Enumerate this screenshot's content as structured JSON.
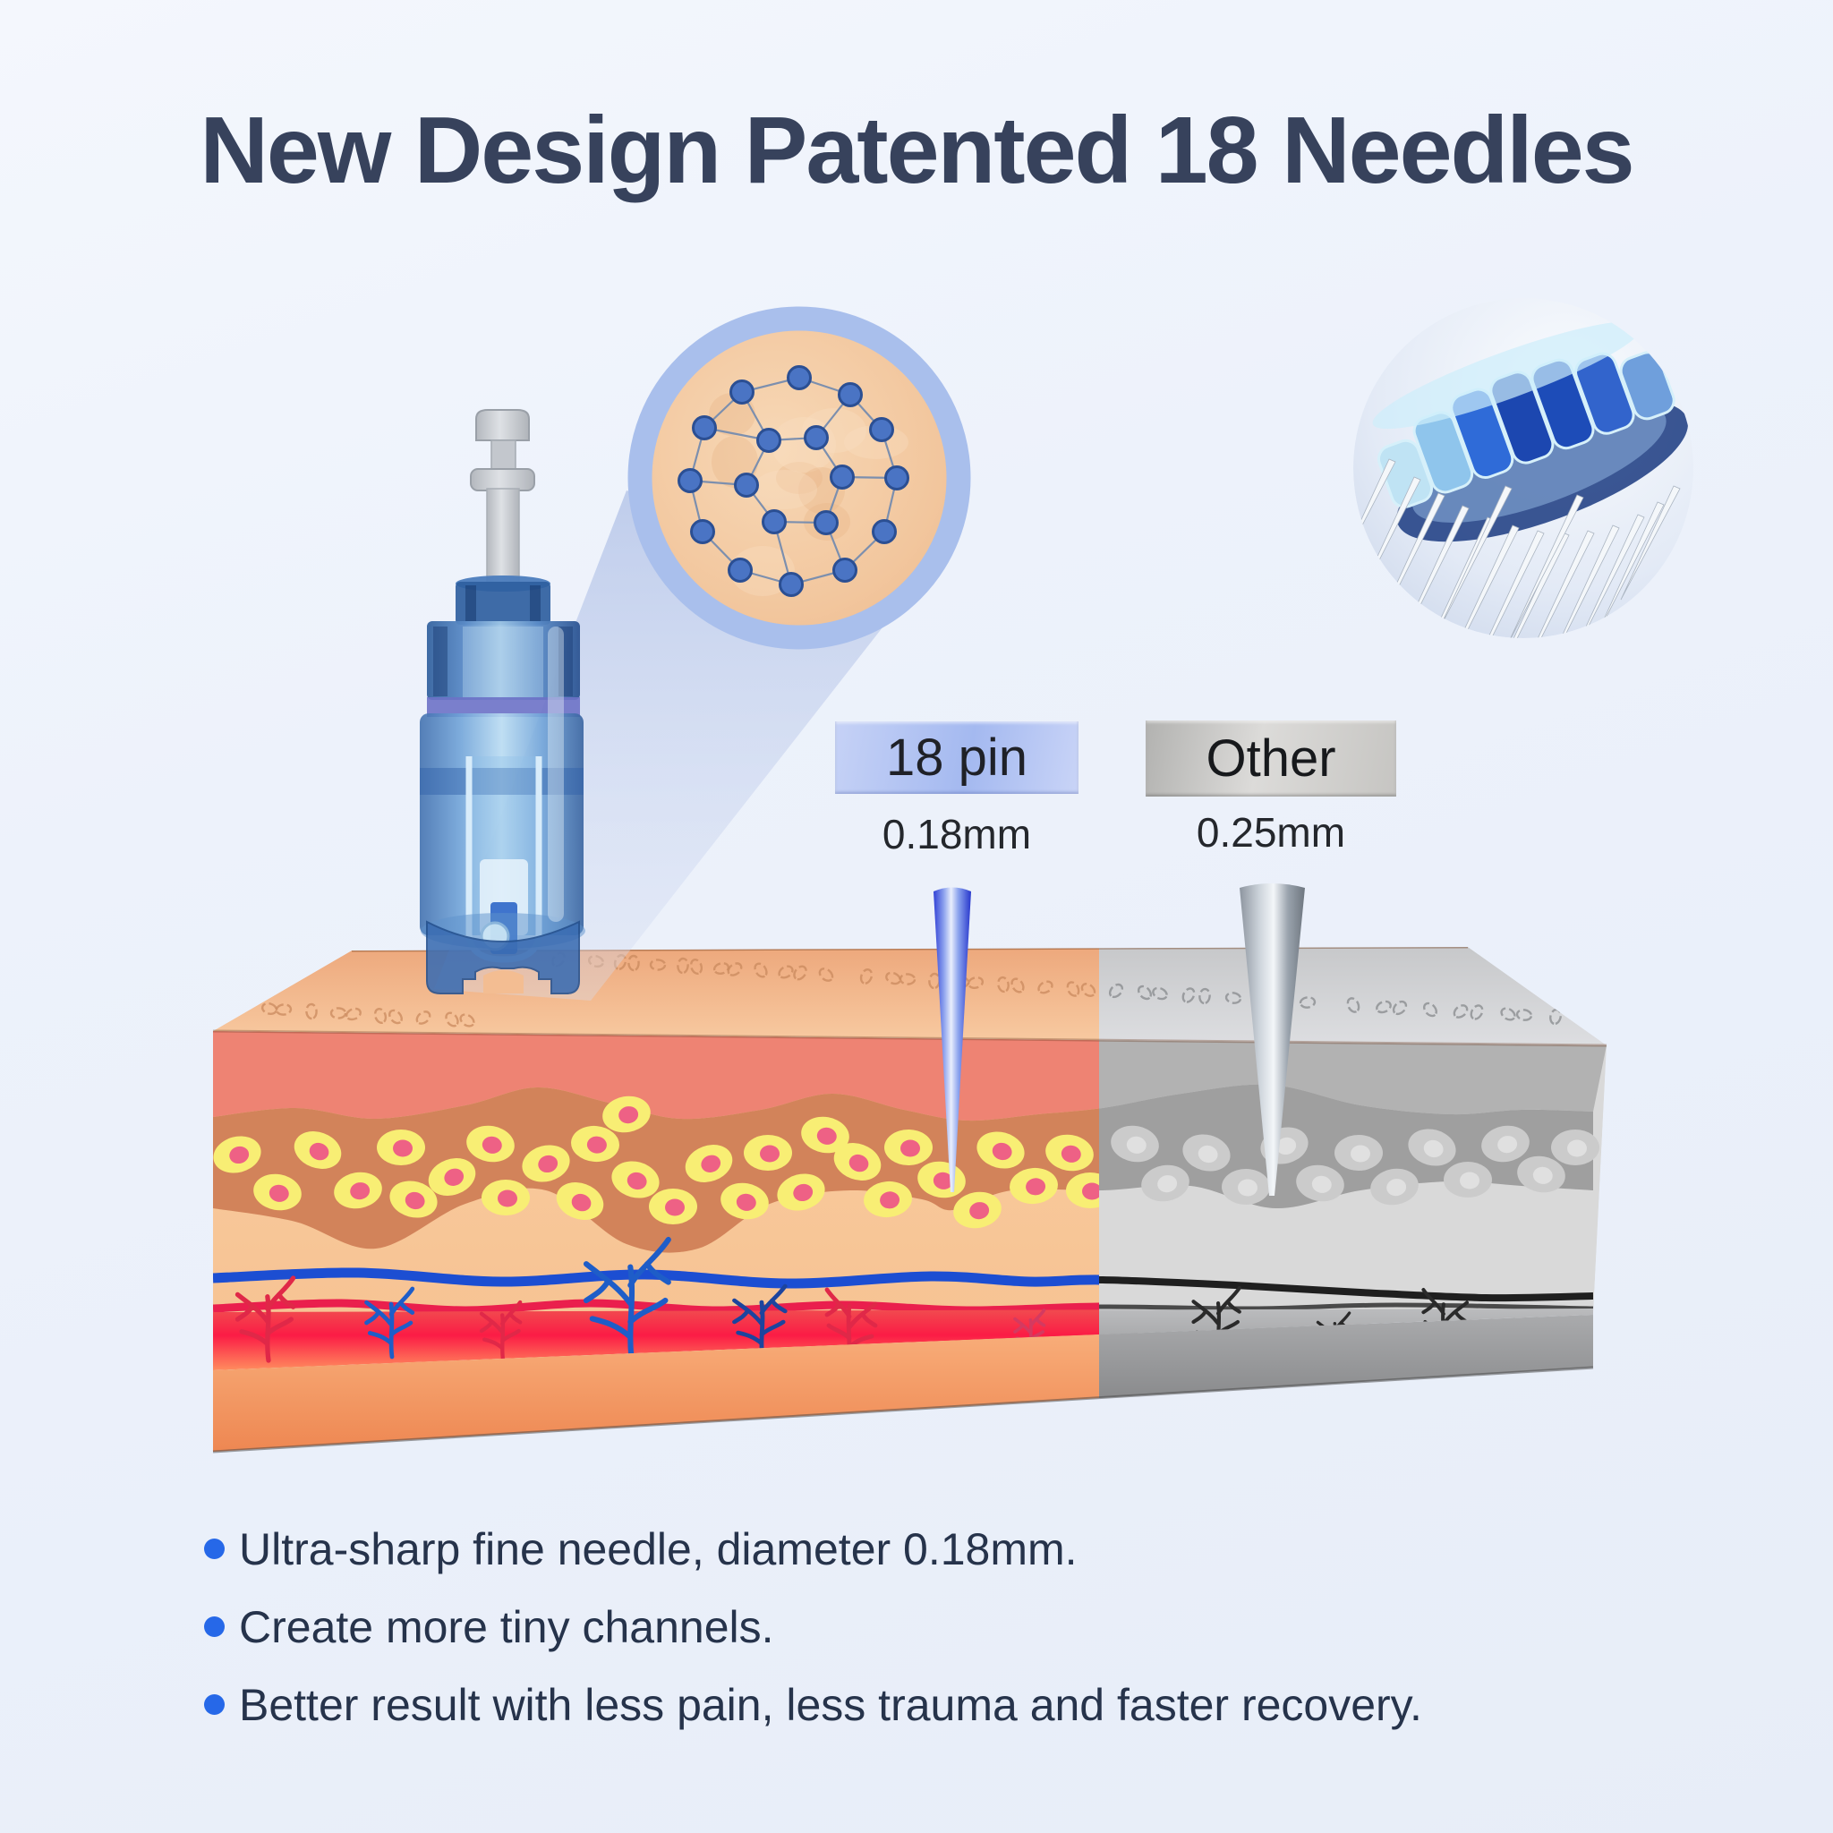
{
  "title": "New Design Patented 18 Needles",
  "comparison": {
    "pin18": {
      "label": "18 pin",
      "size": "0.18mm"
    },
    "other": {
      "label": "Other",
      "size": "0.25mm"
    }
  },
  "bullets": [
    {
      "text": "Ultra-sharp fine needle, diameter 0.18mm."
    },
    {
      "text": "Create more tiny channels."
    },
    {
      "text": "Better result with less pain, less trauma and faster recovery."
    }
  ],
  "illustration": {
    "needle_count": 18,
    "magnifier_dot_count": 18,
    "colors": {
      "accent_blue": "#2668e8",
      "label_blue_bg": "#a4b9f0",
      "label_gray_bg": "#cfcecb",
      "needle_blue": "#3141d6",
      "needle_gray": "#9aa3ad",
      "skin_tone": "#f2b98f",
      "cell_yellow": "#f8ee74",
      "cell_nucleus_pink": "#ee6185",
      "vein_blue": "#1c4ed2",
      "artery_red": "#ea1f4d",
      "title_navy": "#37425c"
    }
  }
}
